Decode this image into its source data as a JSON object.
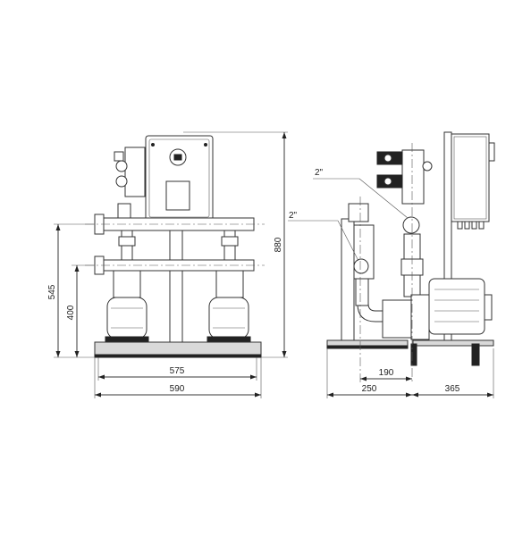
{
  "dimensions": {
    "front_inner_width": "575",
    "front_overall_width": "590",
    "front_height_upper_manifold": "545",
    "front_height_lower_manifold": "400",
    "overall_height": "880",
    "side_pipe_offset": "190",
    "side_base_depth": "250",
    "side_pump_depth": "365"
  },
  "callouts": {
    "pipe_size_upper": "2\"",
    "pipe_size_lower": "2\""
  }
}
